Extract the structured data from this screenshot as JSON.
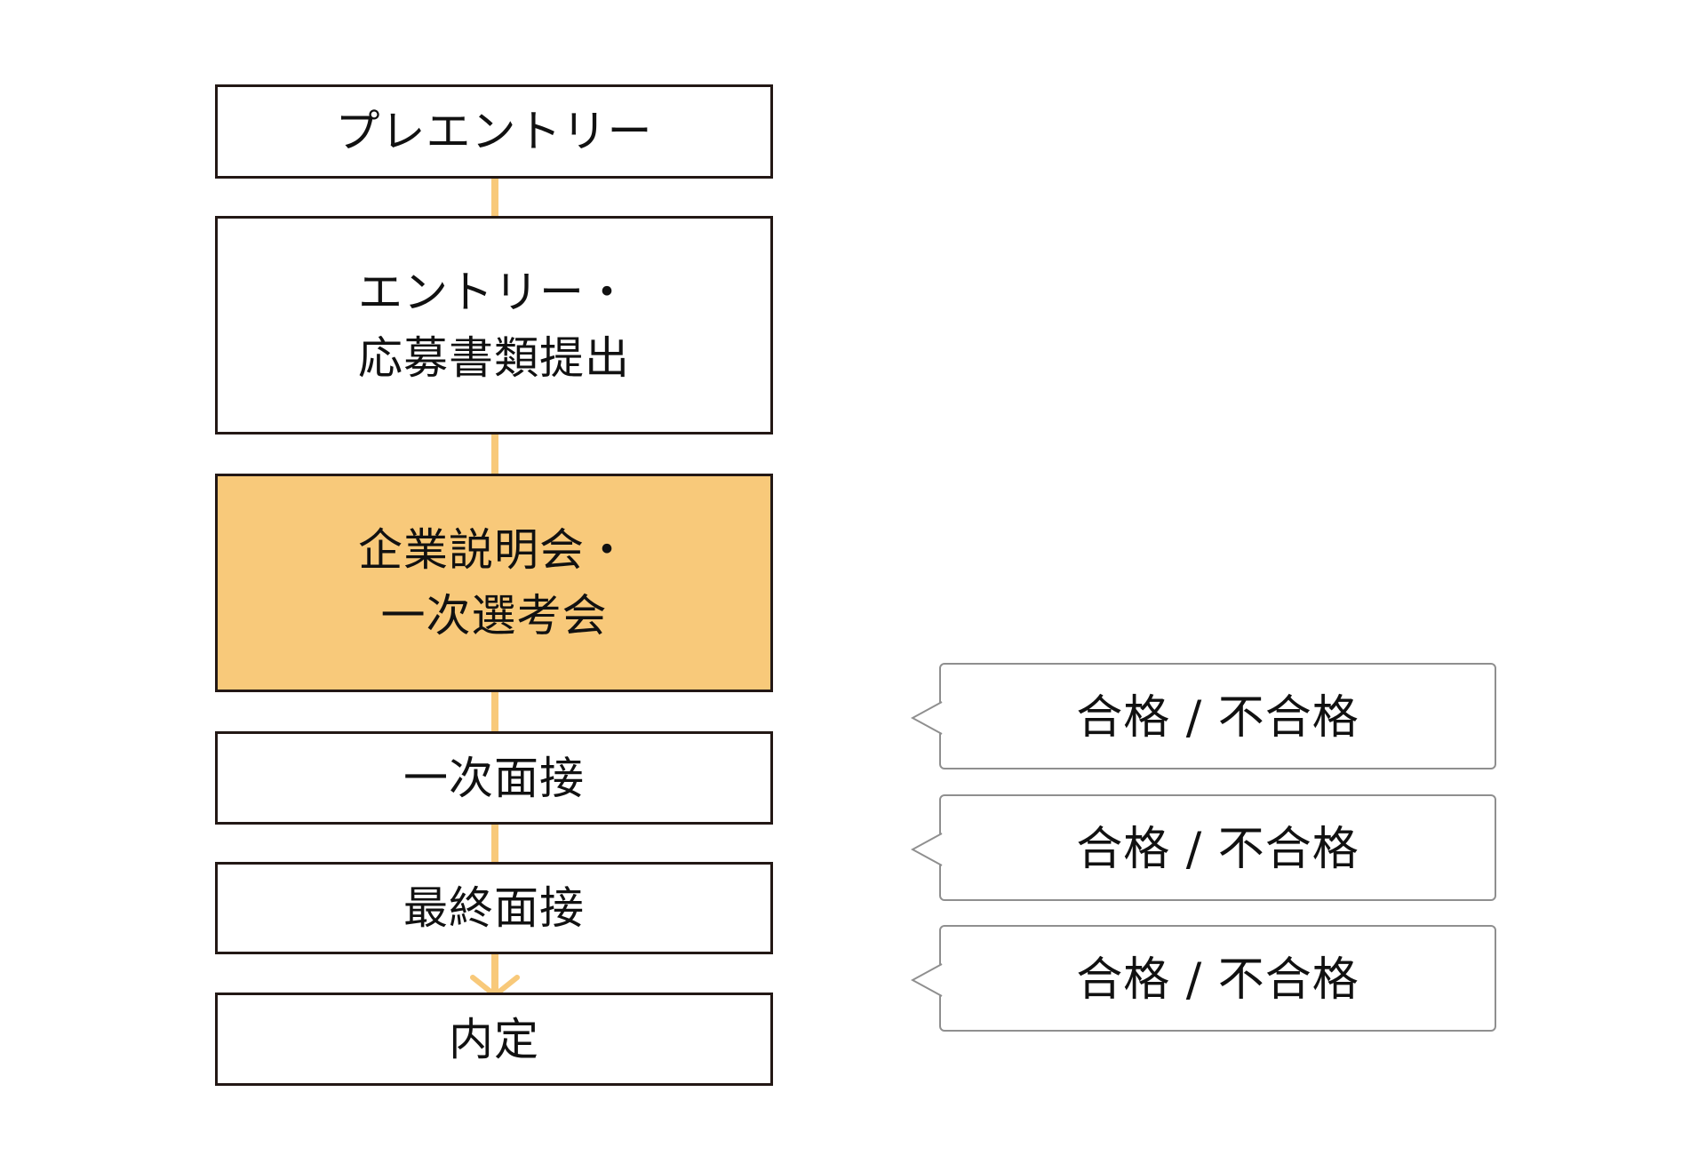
{
  "flow": {
    "steps": [
      {
        "lines": [
          "プレエントリー"
        ],
        "highlight": false
      },
      {
        "lines": [
          "エントリー・",
          "応募書類提出"
        ],
        "highlight": false
      },
      {
        "lines": [
          "企業説明会・",
          "一次選考会"
        ],
        "highlight": true
      },
      {
        "lines": [
          "一次面接"
        ],
        "highlight": false
      },
      {
        "lines": [
          "最終面接"
        ],
        "highlight": false
      },
      {
        "lines": [
          "内定"
        ],
        "highlight": false
      }
    ]
  },
  "results": [
    {
      "label": "合格 / 不合格"
    },
    {
      "label": "合格 / 不合格"
    },
    {
      "label": "合格 / 不合格"
    }
  ],
  "colors": {
    "accent": "#f8c97a",
    "border": "#231815",
    "result_border": "#8f8f8f",
    "text": "#111111"
  }
}
